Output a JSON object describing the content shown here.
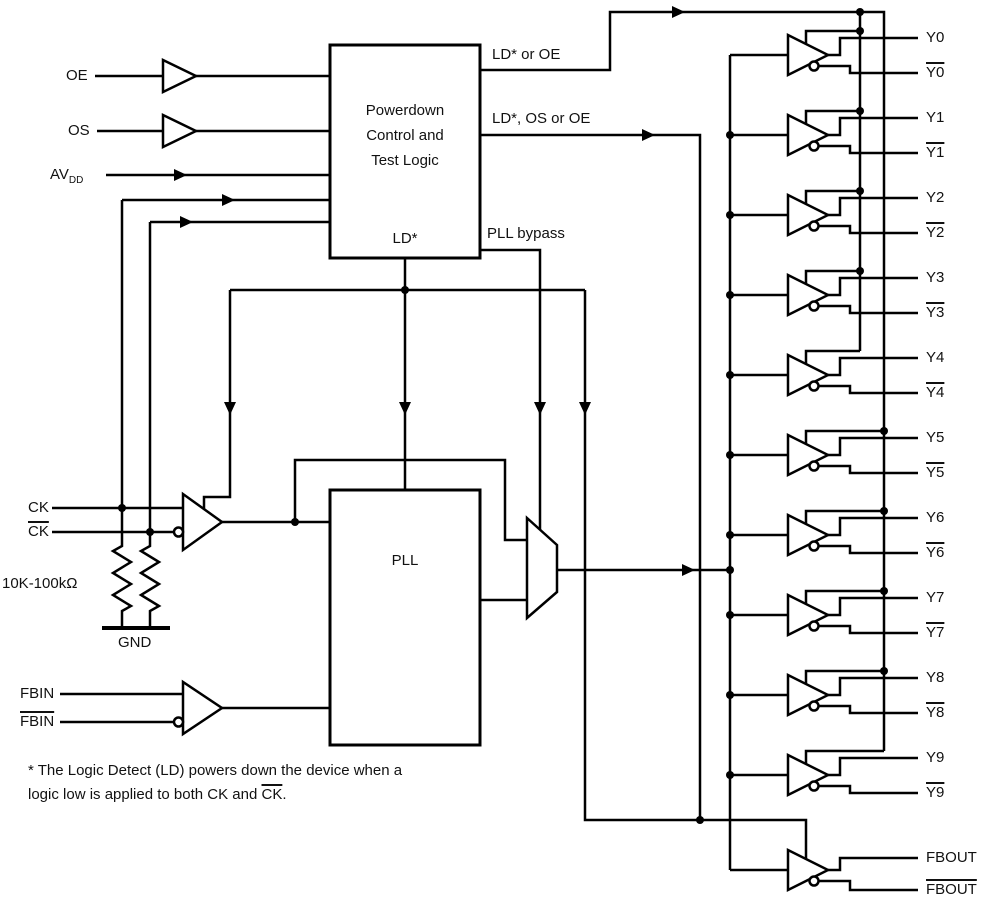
{
  "diagram": {
    "inputs": {
      "oe": "OE",
      "os": "OS",
      "avdd_base": "AV",
      "avdd_sub": "DD",
      "ck": "CK",
      "ck_bar": "CK",
      "resistor_value": "10K-100kΩ",
      "gnd": "GND",
      "fbin": "FBIN",
      "fbin_bar": "FBIN"
    },
    "powerdown_block": {
      "line1": "Powerdown",
      "line2": "Control and",
      "line3": "Test Logic",
      "ld": "LD*"
    },
    "signals": {
      "ld_or_oe": "LD* or OE",
      "ld_os_or_oe": "LD*, OS or OE",
      "pll_bypass": "PLL bypass"
    },
    "pll": "PLL",
    "outputs": [
      {
        "name": "Y0"
      },
      {
        "name": "Y1"
      },
      {
        "name": "Y2"
      },
      {
        "name": "Y3"
      },
      {
        "name": "Y4"
      },
      {
        "name": "Y5"
      },
      {
        "name": "Y6"
      },
      {
        "name": "Y7"
      },
      {
        "name": "Y8"
      },
      {
        "name": "Y9"
      }
    ],
    "fbout": "FBOUT",
    "footnote": {
      "line1": "* The Logic Detect (LD) powers down the device when a",
      "line2_a": "logic low is applied to both ",
      "line2_ck": "CK",
      "line2_b": " and ",
      "line2_ck_bar": "CK",
      "line2_c": "."
    }
  }
}
